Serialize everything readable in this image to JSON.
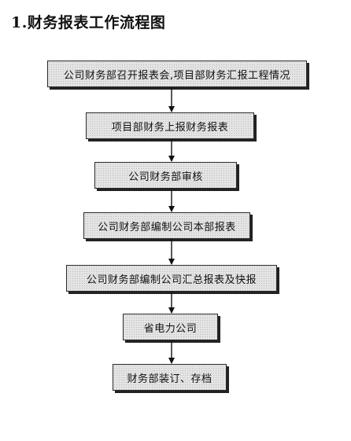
{
  "title": "1.财务报表工作流程图",
  "steps": [
    "公司财务部召开报表会,项目部财务汇报工程情况",
    "项目部财务上报财务报表",
    "公司财务部审核",
    "公司财务部编制公司本部报表",
    "公司财务部编制公司汇总报表及快报",
    "省电力公司",
    "财务部装订、存档"
  ],
  "colors": {
    "box_fill": "#e4e4e4",
    "box_border": "#2a2a2a",
    "arrow": "#111111"
  }
}
